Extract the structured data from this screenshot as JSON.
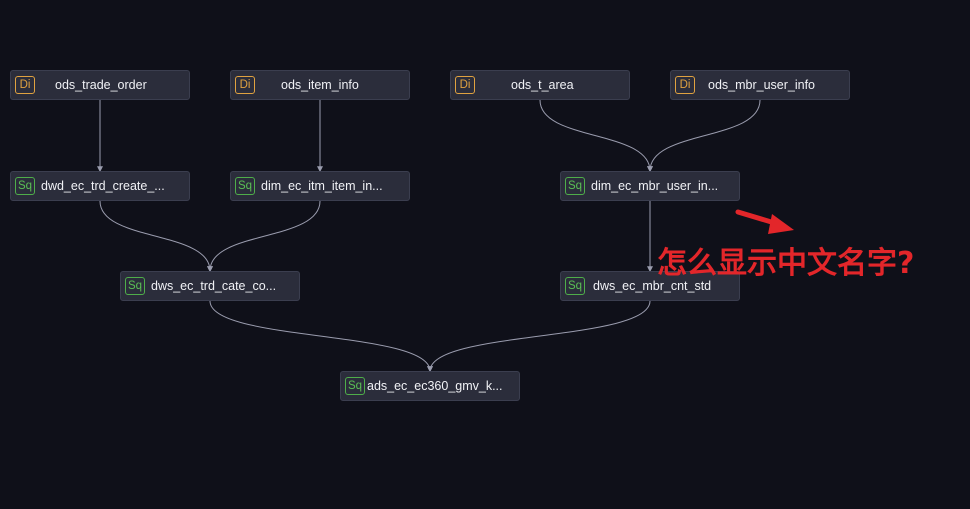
{
  "nodes": [
    {
      "id": "ods_trade_order",
      "type": "Di",
      "label": "ods_trade_order"
    },
    {
      "id": "ods_item_info",
      "type": "Di",
      "label": "ods_item_info"
    },
    {
      "id": "ods_t_area",
      "type": "Di",
      "label": "ods_t_area"
    },
    {
      "id": "ods_mbr_user_info",
      "type": "Di",
      "label": "ods_mbr_user_info"
    },
    {
      "id": "dwd_ec_trd_create",
      "type": "Sq",
      "label": "dwd_ec_trd_create_..."
    },
    {
      "id": "dim_ec_itm_item",
      "type": "Sq",
      "label": "dim_ec_itm_item_in..."
    },
    {
      "id": "dim_ec_mbr_user",
      "type": "Sq",
      "label": "dim_ec_mbr_user_in..."
    },
    {
      "id": "dws_ec_trd_cate",
      "type": "Sq",
      "label": "dws_ec_trd_cate_co..."
    },
    {
      "id": "dws_ec_mbr_cnt_std",
      "type": "Sq",
      "label": "dws_ec_mbr_cnt_std"
    },
    {
      "id": "ads_ec_ec360_gmv",
      "type": "Sq",
      "label": "ads_ec_ec360_gmv_k..."
    }
  ],
  "edges": [
    [
      "ods_trade_order",
      "dwd_ec_trd_create"
    ],
    [
      "ods_item_info",
      "dim_ec_itm_item"
    ],
    [
      "ods_t_area",
      "dim_ec_mbr_user"
    ],
    [
      "ods_mbr_user_info",
      "dim_ec_mbr_user"
    ],
    [
      "dwd_ec_trd_create",
      "dws_ec_trd_cate"
    ],
    [
      "dim_ec_itm_item",
      "dws_ec_trd_cate"
    ],
    [
      "dim_ec_mbr_user",
      "dws_ec_mbr_cnt_std"
    ],
    [
      "dws_ec_trd_cate",
      "ads_ec_ec360_gmv"
    ],
    [
      "dws_ec_mbr_cnt_std",
      "ads_ec_ec360_gmv"
    ]
  ],
  "annotation": {
    "text": "怎么显示中文名字?",
    "color": "#e3262a"
  },
  "colors": {
    "background": "#0f1019",
    "node_fill": "#2b2d3b",
    "node_border": "#3b3e4f",
    "edge": "#9a9cae",
    "di_badge": "#e0a240",
    "sq_badge": "#4fae4a"
  }
}
